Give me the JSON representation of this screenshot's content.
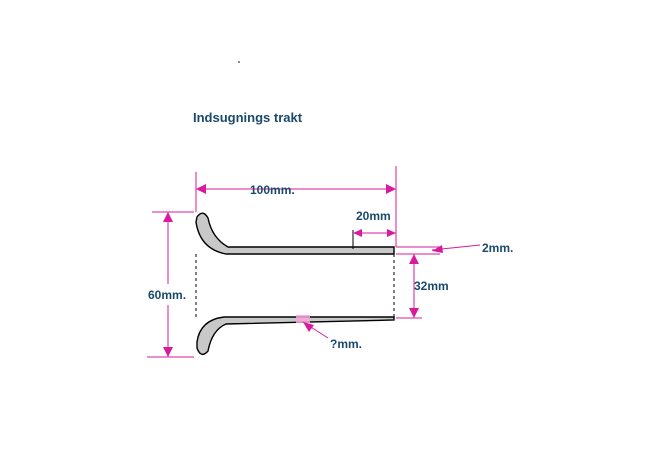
{
  "title": "Indsugnings trakt",
  "dimensions": {
    "length": "100mm.",
    "end_length": "20mm",
    "wall": "2mm.",
    "inner_gap": "32mm",
    "height": "60mm.",
    "unknown": "?mm."
  },
  "colors": {
    "dimension": "#d81b9c",
    "text": "#1a4a6b",
    "part_fill": "#c8c8c8",
    "highlight": "#f4a6d8"
  }
}
